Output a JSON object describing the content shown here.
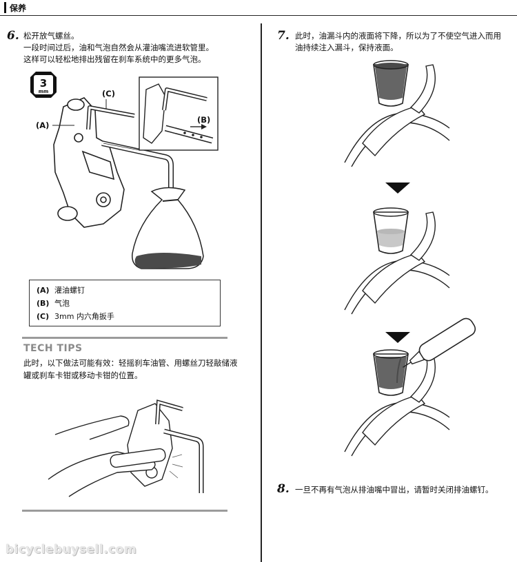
{
  "header": {
    "title": "保养"
  },
  "step6": {
    "num": "6.",
    "title": "松开放气螺丝。",
    "lines": [
      "一段时间过后，油和气泡自然会从灌油嘴流进软管里。",
      "这样可以轻松地排出残留在刹车系统中的更多气泡。"
    ],
    "tool_badge": {
      "size": "3",
      "unit": "mm"
    },
    "callouts": {
      "a": "(A)",
      "b": "(B)",
      "c": "(C)"
    },
    "legend": [
      {
        "key": "(A)",
        "text": "灌油螺钉"
      },
      {
        "key": "(B)",
        "text": "气泡"
      },
      {
        "key": "(C)",
        "text": "3mm  内六角扳手"
      }
    ]
  },
  "tips": {
    "title": "TECH TIPS",
    "lines": [
      "此时，以下做法可能有效：轻摇刹车油管、用螺丝刀轻敲储液",
      "罐或刹车卡钳或移动卡钳的位置。"
    ]
  },
  "step7": {
    "num": "7.",
    "lines": [
      "此时，油漏斗内的液面将下降，所以为了不使空气进入而用",
      "油持续注入漏斗，保持液面。"
    ]
  },
  "step8": {
    "num": "8.",
    "text": "一旦不再有气泡从排油嘴中冒出，请暂时关闭排油螺钉。"
  },
  "watermark": "bicyclebuysell.com",
  "colors": {
    "fluid": "#4a4a4a",
    "fluid_light": "#c8c8c8",
    "divider": "#9b9b9b"
  }
}
